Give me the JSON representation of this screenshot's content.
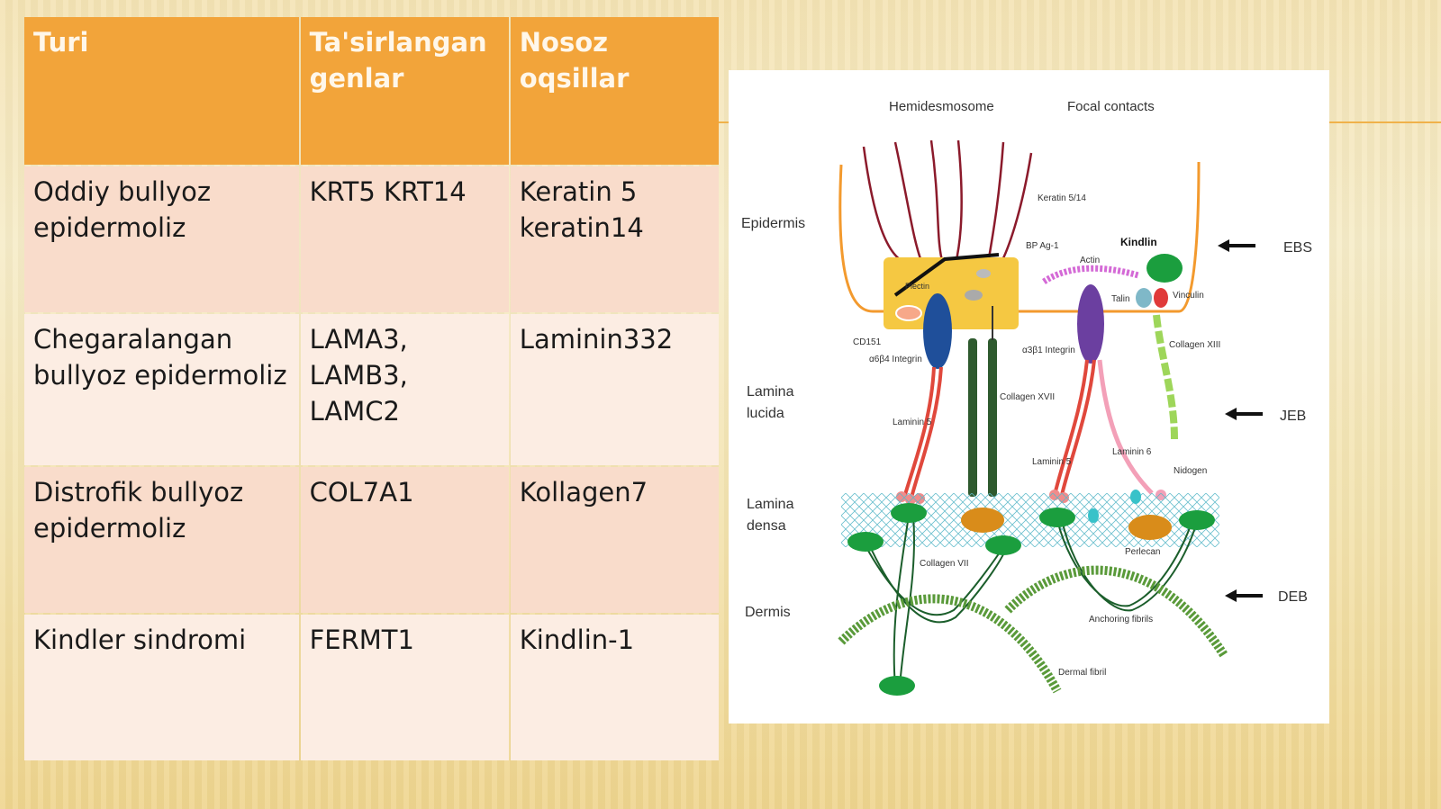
{
  "table": {
    "headers": [
      "Turi",
      "Ta'sirlangan genlar",
      "Nosoz oqsillar"
    ],
    "rows": [
      [
        "Oddiy bullyoz epidermoliz",
        "KRT5  KRT14",
        "Keratin 5 keratin14"
      ],
      [
        "Chegaralangan bullyoz epidermoliz",
        "LAMA3, LAMB3, LAMC2",
        "Laminin332"
      ],
      [
        "Distrofik bullyoz epidermoliz",
        "COL7A1",
        "Kollagen7"
      ],
      [
        "Kindler sindromi",
        "FERMT1",
        "Kindlin-1"
      ]
    ]
  },
  "diagram": {
    "top_labels": [
      "Hemidesmosome",
      "Focal contacts"
    ],
    "layer_labels": {
      "epidermis": "Epidermis",
      "lamina_lucida_1": "Lamina",
      "lamina_lucida_2": "lucida",
      "lamina_densa_1": "Lamina",
      "lamina_densa_2": "densa",
      "dermis": "Dermis"
    },
    "disease_labels": [
      "EBS",
      "JEB",
      "DEB"
    ],
    "component_labels": {
      "keratin": "Keratin 5/14",
      "bpag1": "BP Ag-1",
      "plectin": "Plectin",
      "kindlin": "Kindlin",
      "actin": "Actin",
      "talin": "Talin",
      "vinculin": "Vinculin",
      "cd151": "CD151",
      "a6b4": "α6β4 Integrin",
      "a3b1": "α3β1 Integrin",
      "collagen_xiii": "Collagen XIII",
      "collagen_xvii": "Collagen XVII",
      "laminin5_a": "Laminin 5",
      "laminin5_b": "Laminin 5",
      "laminin6": "Laminin 6",
      "nidogen": "Nidogen",
      "perlecan": "Perlecan",
      "collagen_vii": "Collagen VII",
      "anchoring_fibrils": "Anchoring fibrils",
      "dermal_fibril": "Dermal fibril"
    }
  }
}
